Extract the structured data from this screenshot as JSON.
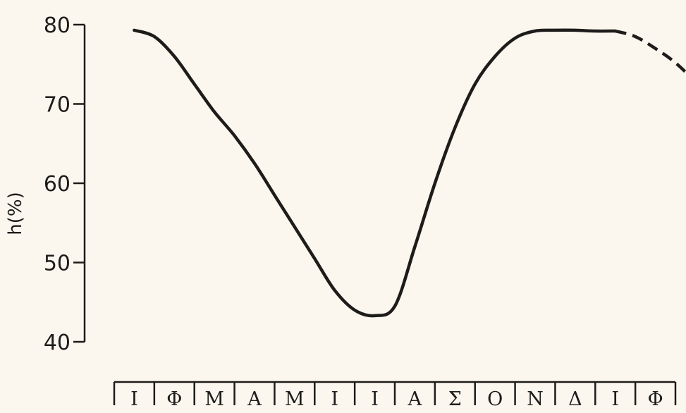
{
  "chart_data": {
    "type": "line",
    "title": "",
    "ylabel": "h(%)",
    "xlabel": "",
    "ylim": [
      40,
      80
    ],
    "yticks": [
      40,
      50,
      60,
      70,
      80
    ],
    "ytick_labels": [
      "40",
      "50",
      "60",
      "70",
      "80"
    ],
    "grid": false,
    "legend": "none",
    "categories": [
      "Ι",
      "Φ",
      "Μ",
      "Α",
      "Μ",
      "Ι",
      "Ι",
      "Α",
      "Σ",
      "Ο",
      "Ν",
      "Δ",
      "Ι",
      "Φ"
    ],
    "series": [
      {
        "style": "solid",
        "color": "#1e1c1a",
        "x": [
          0.0,
          0.5,
          1.0,
          1.5,
          2.0,
          2.5,
          3.0,
          3.5,
          4.0,
          4.5,
          5.0,
          5.5,
          6.0,
          6.5,
          7.0,
          7.5,
          8.0,
          8.5,
          9.0,
          9.5,
          10.0,
          10.5,
          11.0,
          11.5,
          12.0
        ],
        "values": [
          79.3,
          78.5,
          76.0,
          72.5,
          69.0,
          66.0,
          62.5,
          58.5,
          54.5,
          50.5,
          46.5,
          44.0,
          43.3,
          44.5,
          52.0,
          60.0,
          67.0,
          72.5,
          76.0,
          78.3,
          79.2,
          79.3,
          79.3,
          79.2,
          79.2
        ]
      },
      {
        "style": "dashed",
        "color": "#1e1c1a",
        "x": [
          12.0,
          12.5,
          13.0,
          13.5,
          14.0
        ],
        "values": [
          79.2,
          78.5,
          77.0,
          75.2,
          72.8
        ]
      }
    ]
  }
}
